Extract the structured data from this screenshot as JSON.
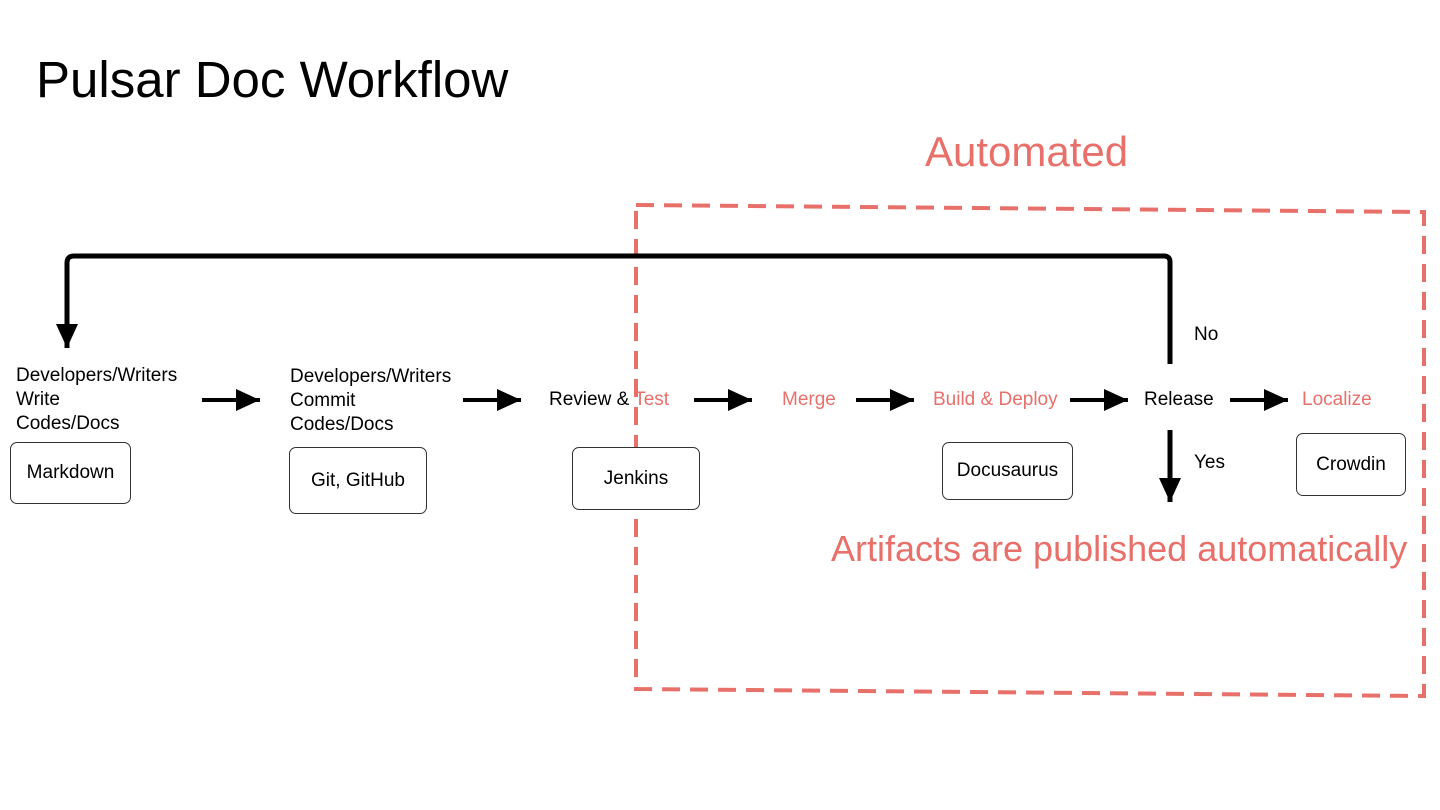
{
  "diagram": {
    "title": "Pulsar Doc Workflow",
    "region_label": "Automated",
    "artifacts_note": "Artifacts are published automatically",
    "colors": {
      "automated": "#e8706a",
      "ink": "#000000"
    },
    "steps": {
      "write": [
        "Developers/Writers",
        "Write",
        "Codes/Docs"
      ],
      "commit": [
        "Developers/Writers",
        "Commit",
        "Codes/Docs"
      ],
      "review_prefix": "Review &",
      "review_test": "Test",
      "merge": "Merge",
      "build": "Build & Deploy",
      "release": "Release",
      "localize": "Localize"
    },
    "tools": {
      "markdown": "Markdown",
      "git": "Git, GitHub",
      "jenkins": "Jenkins",
      "docusaurus": "Docusaurus",
      "crowdin": "Crowdin"
    },
    "decision_no": "No",
    "decision_yes": "Yes"
  }
}
